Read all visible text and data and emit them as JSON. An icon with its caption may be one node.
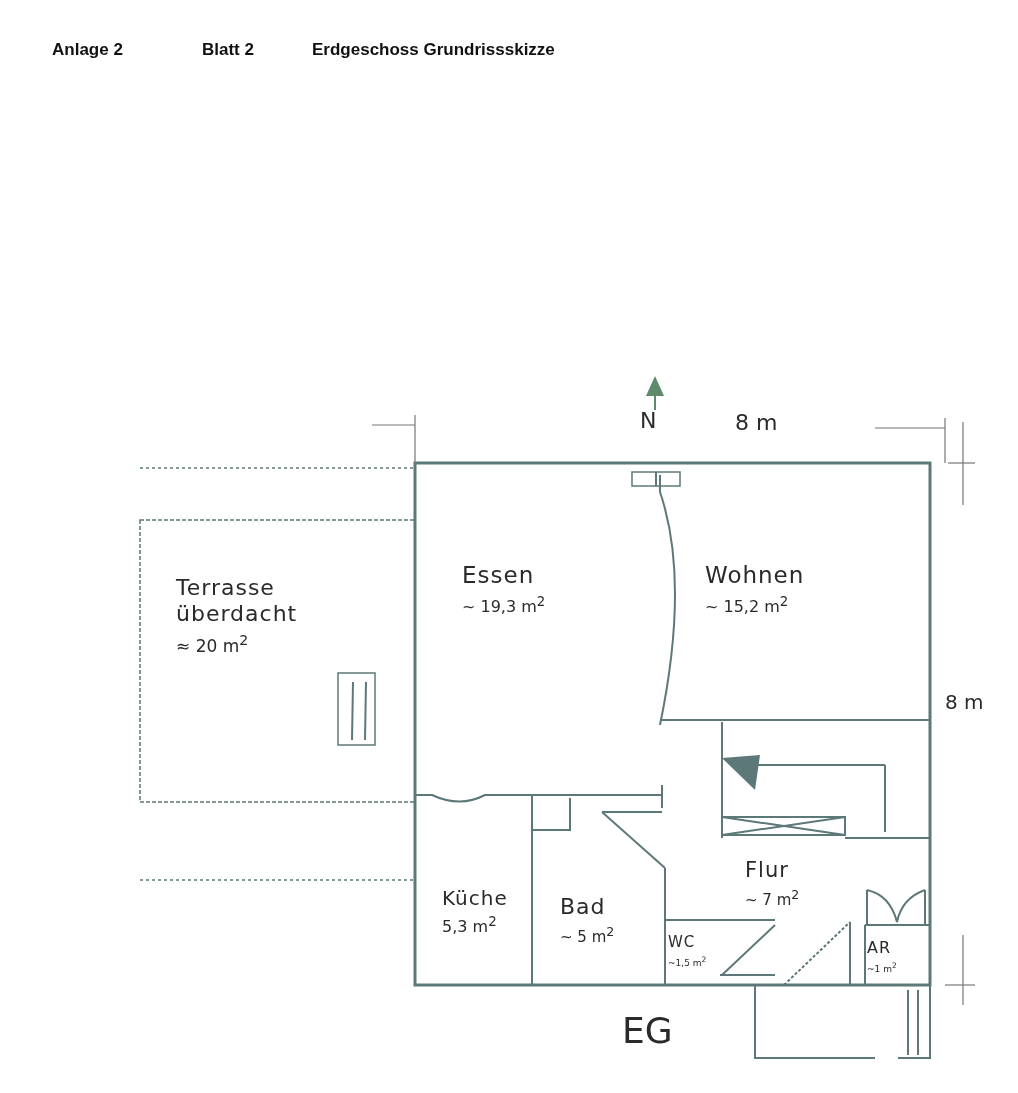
{
  "diagram": {
    "title": "Erdgeschoss Grundrissskizze",
    "nodes": [
      {
        "text": [
          "Terrasse überdacht",
          "≈ 20 m$^{2}$"
        ]
      },
      {
        "text": [
          "Essen",
          "~ 19,3 m$^{2}$"
        ]
      },
      {
        "text": [
          "Wohnen",
          "~ 15,2 m$^{2}$"
        ]
      },
      {
        "text": [
          "Küche",
          "5,3 m$^{2}$"
        ]
      },
      {
        "text": [
          "Bad",
          "~ 5 m$^{2}$"
        ]
      },
      {
        "text": [
          "Flur",
          "~ 7 m$^{2}$"
        ]
      },
      {
        "text": [
          "WC",
          "~1,5 m$^{2}$"
        ]
      },
      {
        "text": [
          "AR",
          "~1 m$^{2}$"
        ]
      }
    ],
    "labels": [
      "Anlage 2",
      "Blatt 2",
      "N",
      "8 m",
      "8 m",
      "EG"
    ]
  }
}
